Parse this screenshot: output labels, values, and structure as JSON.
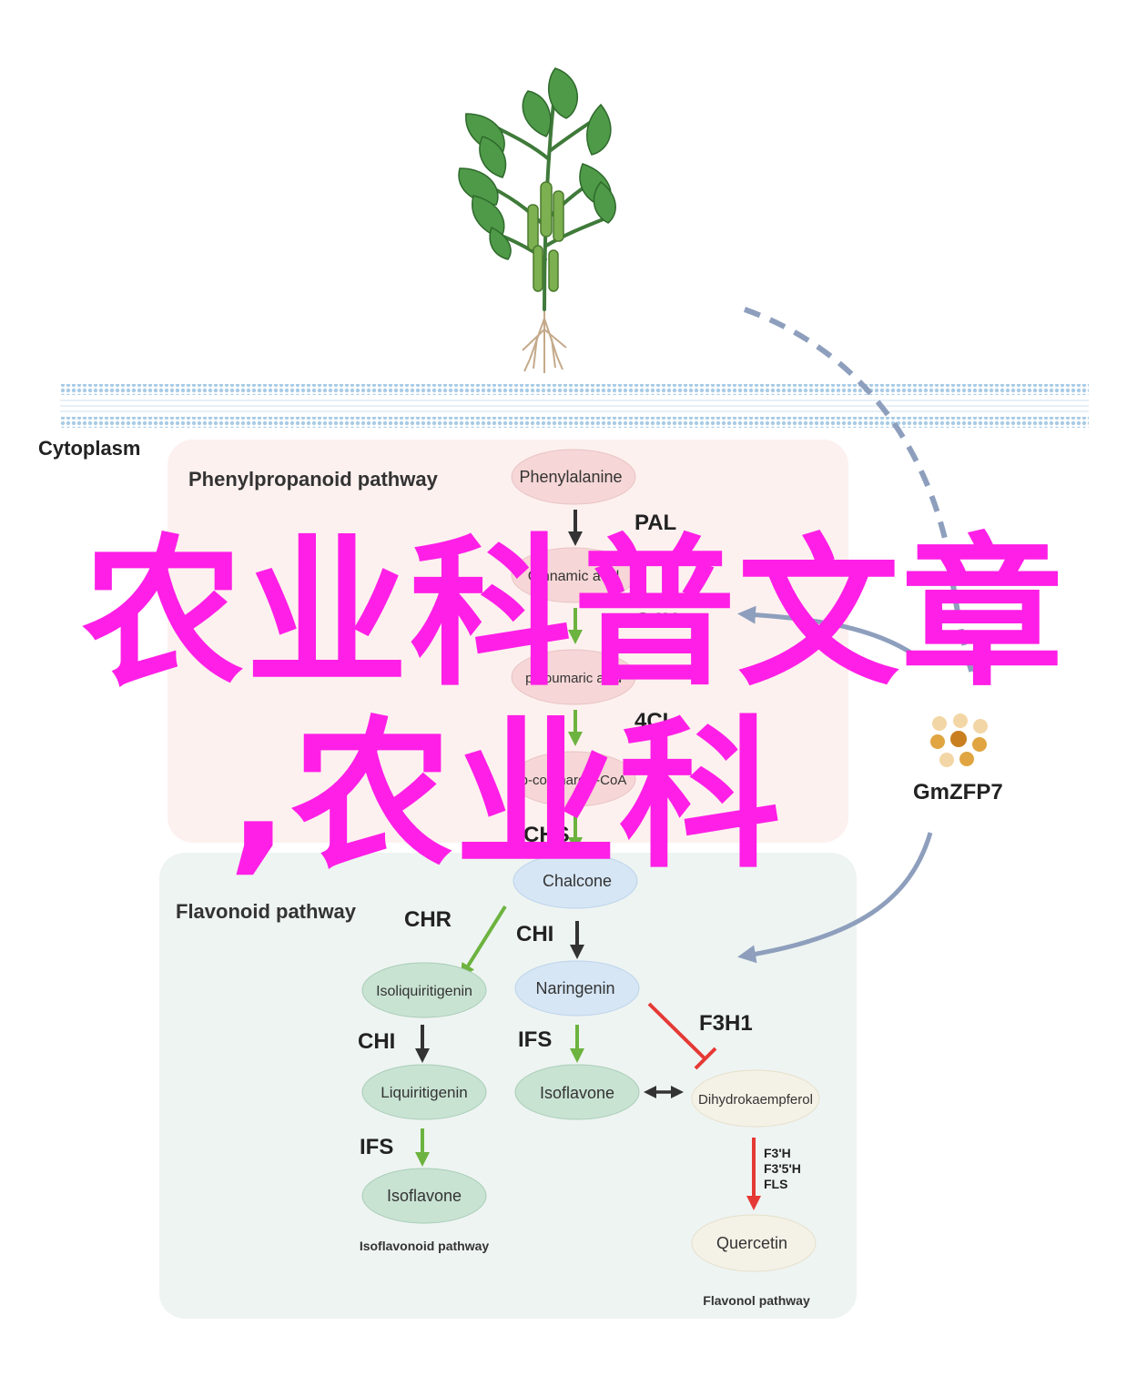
{
  "labels": {
    "cytoplasm": "Cytoplasm",
    "gene": "GmZFP7"
  },
  "panels": {
    "phenylpropanoid": "Phenylpropanoid pathway",
    "flavonoid": "Flavonoid pathway"
  },
  "nodes": {
    "phenylalanine": "Phenylalanine",
    "cinnamic": "Cinnamic acid",
    "coumaric": "p-coumaric acid",
    "coumaroyl": "p-coumaroyl-CoA",
    "chalcone": "Chalcone",
    "isoliquiritigenin": "Isoliquiritigenin",
    "naringenin": "Naringenin",
    "liquiritigenin": "Liquiritigenin",
    "isoflavone_left": "Isoflavone",
    "isoflavone_mid": "Isoflavone",
    "dihydrokaempferol": "Dihydrokaempferol",
    "quercetin": "Quercetin"
  },
  "enzymes": {
    "pal": "PAL",
    "c4h": "C4H",
    "cl4": "4CL",
    "chs": "CHS",
    "chr": "CHR",
    "chi_mid": "CHI",
    "chi_left": "CHI",
    "ifs_mid": "IFS",
    "ifs_left": "IFS",
    "f3h1": "F3H1",
    "f3h_multi": [
      "F3'H",
      "F3'5'H",
      "FLS"
    ]
  },
  "sublabels": {
    "isoflavonoid": "Isoflavonoid pathway",
    "flavonol": "Flavonol pathway"
  },
  "overlay": {
    "line1": "农业科普文章",
    "line2": ",农业科"
  },
  "colors": {
    "phenyl_panel": "#fdf1ef",
    "flavonoid_panel": "#eef4f2",
    "pink_node": "#f6d6d6",
    "blue_node": "#d6e6f5",
    "green_node": "#c9e3d3",
    "beige_node": "#f4f1e6",
    "green_arrow": "#6cb33f",
    "red_arrow": "#e53935",
    "gene_arrow": "#8e9fbd",
    "overlay_text": "#ff1fe6"
  }
}
